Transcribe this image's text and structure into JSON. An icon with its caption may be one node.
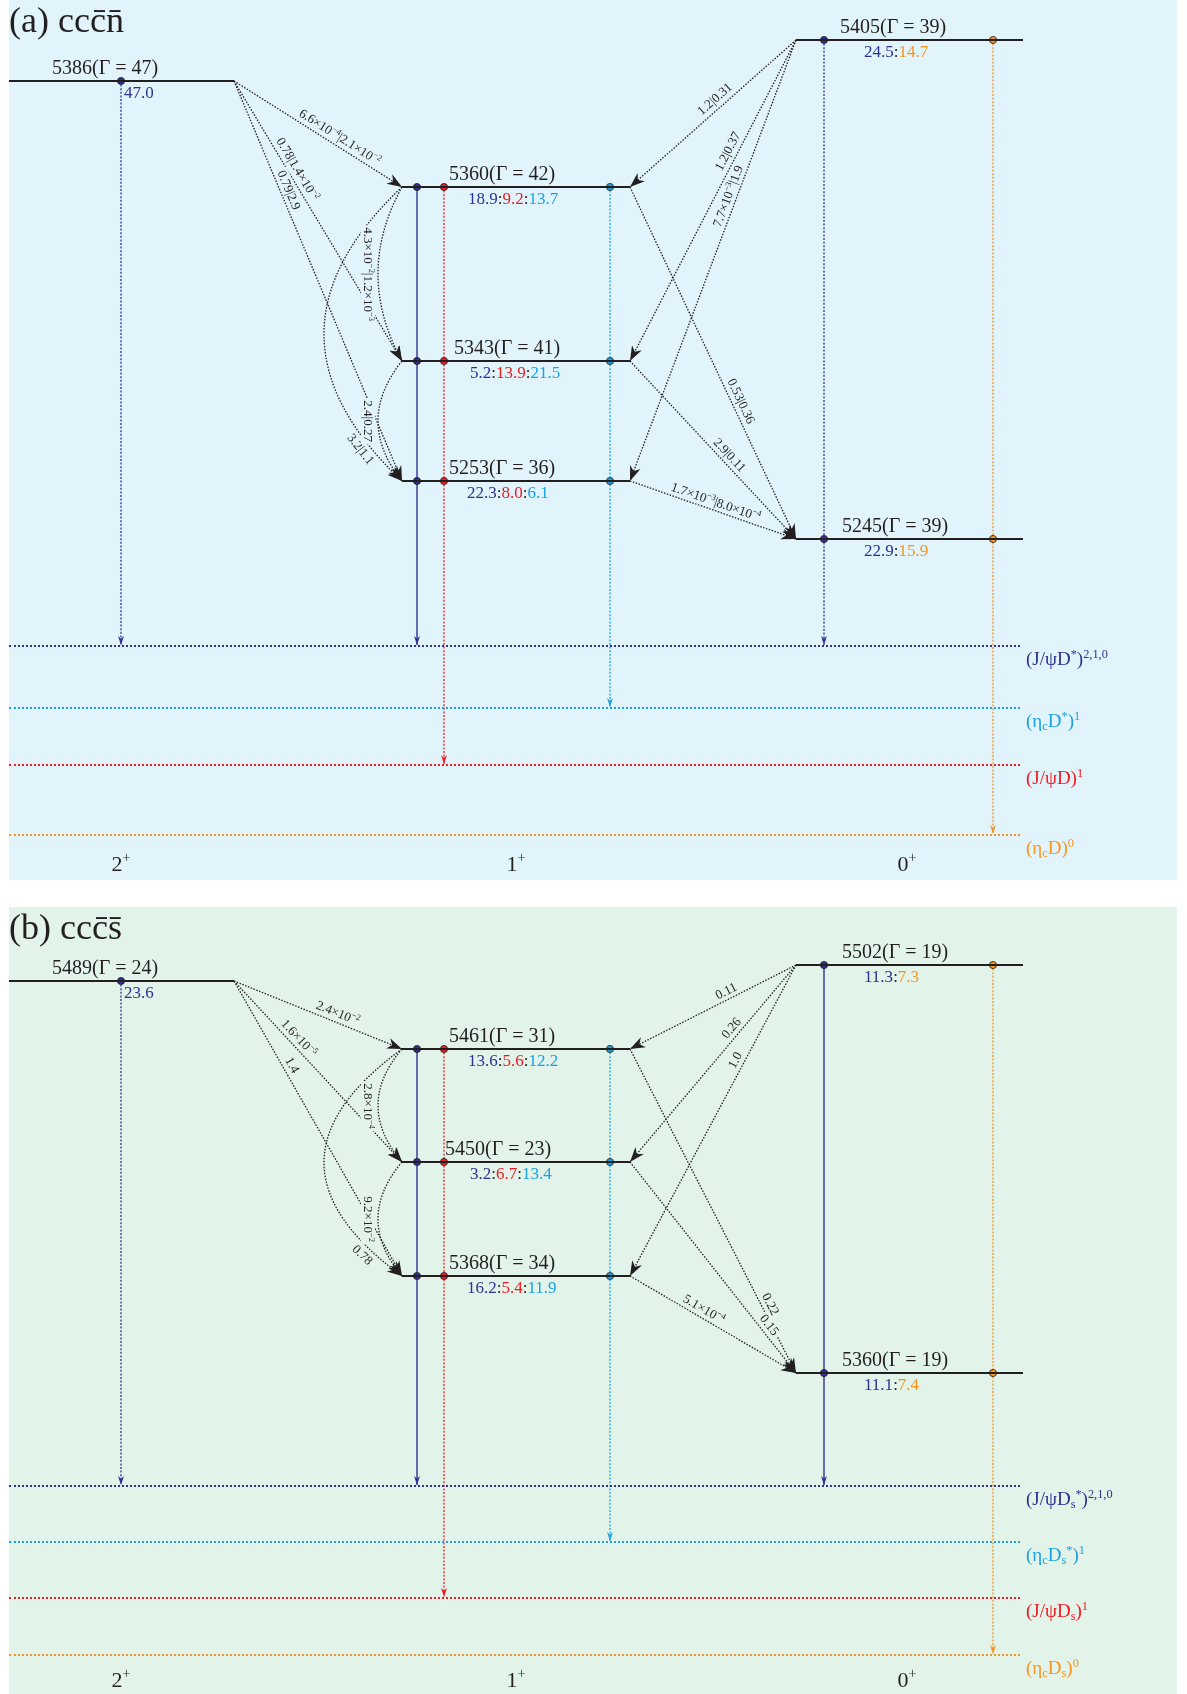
{
  "diagram": {
    "nodes": [
      {
        "text": [
          "(a) ccc̄n̄"
        ]
      },
      {
        "text": [
          "5386(Γ = 47)"
        ],
        "beside": [
          "47.0"
        ],
        "in": 0
      },
      {
        "text": [
          "5405(Γ = 39)"
        ],
        "beside": [
          "24.5:14.7"
        ],
        "in": 0
      },
      {
        "text": [
          "5360(Γ = 42)"
        ],
        "beside": [
          "18.9:9.2:13.7"
        ],
        "in": 0
      },
      {
        "text": [
          "5343(Γ = 41)"
        ],
        "beside": [
          "5.2:13.9:21.5"
        ],
        "in": 0
      },
      {
        "text": [
          "5253(Γ = 36)"
        ],
        "beside": [
          "22.3:8.0:6.1"
        ],
        "in": 0
      },
      {
        "text": [
          "5245(Γ = 39)"
        ],
        "beside": [
          "22.9:15.9"
        ],
        "in": 0
      },
      {
        "text": [
          "(J/ψD$^{*}$)$^{2,1,0}$"
        ],
        "in": 0
      },
      {
        "text": [
          "(η$_{c}$D$^{*}$)$^{1}$"
        ],
        "in": 0
      },
      {
        "text": [
          "(J/ψD)$^{1}$"
        ],
        "in": 0
      },
      {
        "text": [
          "(η$_{c}$D)$^{0}$"
        ],
        "in": 0
      },
      {
        "text": [
          "(b) ccc̄s̄"
        ]
      },
      {
        "text": [
          "5489(Γ = 24)"
        ],
        "beside": [
          "23.6"
        ],
        "in": 11
      },
      {
        "text": [
          "5502(Γ = 19)"
        ],
        "beside": [
          "11.3:7.3"
        ],
        "in": 11
      },
      {
        "text": [
          "5461(Γ = 31)"
        ],
        "beside": [
          "13.6:5.6:12.2"
        ],
        "in": 11
      },
      {
        "text": [
          "5450(Γ = 23)"
        ],
        "beside": [
          "3.2:6.7:13.4"
        ],
        "in": 11
      },
      {
        "text": [
          "5368(Γ = 34)"
        ],
        "beside": [
          "16.2:5.4:11.9"
        ],
        "in": 11
      },
      {
        "text": [
          "5360(Γ = 19)"
        ],
        "beside": [
          "11.1:7.4"
        ],
        "in": 11
      },
      {
        "text": [
          "(J/ψD$_{s}$$^{*}$)$^{2,1,0}$"
        ],
        "in": 11
      },
      {
        "text": [
          "(η$_{c}$D$_{s}$$^{*}$)$^{1}$"
        ],
        "in": 11
      },
      {
        "text": [
          "(J/ψD$_{s}$)$^{1}$"
        ],
        "in": 11
      },
      {
        "text": [
          "(η$_{c}$D$_{s}$)$^{0}$"
        ],
        "in": 11
      }
    ],
    "edges": [
      {
        "from": 1,
        "to": 3,
        "arrow": "to",
        "label": "6.6×10$^{−4}$|2.1×10$^{−2}$",
        "style": "dashed"
      },
      {
        "from": 1,
        "to": 4,
        "arrow": "to",
        "label": "0.78|1.4×10$^{−2}$",
        "style": "dashed"
      },
      {
        "from": 1,
        "to": 5,
        "arrow": "to",
        "label": "0.79|2.9",
        "style": "dashed"
      },
      {
        "from": 3,
        "to": 4,
        "arrow": "to",
        "label": "4.3×10$^{−2}$|1.2×10$^{−3}$",
        "style": "dashed"
      },
      {
        "from": 3,
        "to": 5,
        "arrow": "to",
        "label": "3.2|1.1",
        "style": "dashed"
      },
      {
        "from": 4,
        "to": 5,
        "arrow": "to",
        "label": "2.4|0.27",
        "style": "dashed"
      },
      {
        "from": 2,
        "to": 3,
        "arrow": "to",
        "label": "1.2|0.31",
        "style": "dashed"
      },
      {
        "from": 2,
        "to": 4,
        "arrow": "to",
        "label": "1.2|0.37",
        "style": "dashed"
      },
      {
        "from": 2,
        "to": 5,
        "arrow": "to",
        "label": "7.7×10$^{−3}$|1.9",
        "style": "dashed"
      },
      {
        "from": 3,
        "to": 6,
        "arrow": "to",
        "label": "0.53|0.36",
        "style": "dashed"
      },
      {
        "from": 4,
        "to": 6,
        "arrow": "to",
        "label": "2.9|0.11",
        "style": "dashed"
      },
      {
        "from": 5,
        "to": 6,
        "arrow": "to",
        "label": "1.7×10$^{−3}$|8.0×10$^{−4}$",
        "style": "dashed"
      },
      {
        "from": 1,
        "to": 7,
        "arrow": "to",
        "style": "dashed",
        "color": "#2e3192"
      },
      {
        "from": 3,
        "to": 7,
        "arrow": "to",
        "color": "#2e3192"
      },
      {
        "from": 4,
        "to": 7,
        "arrow": "to",
        "color": "#2e3192"
      },
      {
        "from": 5,
        "to": 7,
        "arrow": "to",
        "color": "#2e3192"
      },
      {
        "from": 3,
        "to": 9,
        "arrow": "to",
        "style": "dashed",
        "color": "#ed1c24"
      },
      {
        "from": 4,
        "to": 9,
        "arrow": "to",
        "style": "dashed",
        "color": "#ed1c24"
      },
      {
        "from": 5,
        "to": 9,
        "arrow": "to",
        "style": "dashed",
        "color": "#ed1c24"
      },
      {
        "from": 3,
        "to": 8,
        "arrow": "to",
        "style": "dashed",
        "color": "#1ba1e2"
      },
      {
        "from": 4,
        "to": 8,
        "arrow": "to",
        "style": "dashed",
        "color": "#1ba1e2"
      },
      {
        "from": 5,
        "to": 8,
        "arrow": "to",
        "style": "dashed",
        "color": "#1ba1e2"
      },
      {
        "from": 2,
        "to": 7,
        "arrow": "to",
        "style": "dashed",
        "color": "#2e3192"
      },
      {
        "from": 6,
        "to": 7,
        "arrow": "to",
        "style": "dashed",
        "color": "#2e3192"
      },
      {
        "from": 2,
        "to": 10,
        "arrow": "to",
        "style": "dashed",
        "color": "#f7941d"
      },
      {
        "from": 6,
        "to": 10,
        "arrow": "to",
        "style": "dashed",
        "color": "#f7941d"
      },
      {
        "from": 12,
        "to": 14,
        "arrow": "to",
        "label": "2.4×10$^{−2}$",
        "style": "dashed"
      },
      {
        "from": 12,
        "to": 15,
        "arrow": "to",
        "label": "1.6×10$^{−5}$",
        "style": "dashed"
      },
      {
        "from": 12,
        "to": 16,
        "arrow": "to",
        "label": "1.4",
        "style": "dashed"
      },
      {
        "from": 14,
        "to": 15,
        "arrow": "to",
        "label": "2.8×10$^{−4}$",
        "style": "dashed"
      },
      {
        "from": 14,
        "to": 16,
        "arrow": "to",
        "label": "0.78",
        "style": "dashed"
      },
      {
        "from": 15,
        "to": 16,
        "arrow": "to",
        "label": "9.2×10$^{−2}$",
        "style": "dashed"
      },
      {
        "from": 13,
        "to": 14,
        "arrow": "to",
        "label": "0.11",
        "style": "dashed"
      },
      {
        "from": 13,
        "to": 15,
        "arrow": "to",
        "label": "0.26",
        "style": "dashed"
      },
      {
        "from": 13,
        "to": 16,
        "arrow": "to",
        "label": "1.0",
        "style": "dashed"
      },
      {
        "from": 14,
        "to": 17,
        "arrow": "to",
        "label": "0.22",
        "style": "dashed"
      },
      {
        "from": 15,
        "to": 17,
        "arrow": "to",
        "label": "0.15",
        "style": "dashed"
      },
      {
        "from": 16,
        "to": 17,
        "arrow": "to",
        "label": "5.1×10$^{−4}$",
        "style": "dashed"
      },
      {
        "from": 12,
        "to": 18,
        "arrow": "to",
        "style": "dashed",
        "color": "#2e3192"
      },
      {
        "from": 14,
        "to": 18,
        "arrow": "to",
        "color": "#2e3192"
      },
      {
        "from": 15,
        "to": 18,
        "arrow": "to",
        "color": "#2e3192"
      },
      {
        "from": 16,
        "to": 18,
        "arrow": "to",
        "color": "#2e3192"
      },
      {
        "from": 14,
        "to": 20,
        "arrow": "to",
        "style": "dashed",
        "color": "#ed1c24"
      },
      {
        "from": 15,
        "to": 20,
        "arrow": "to",
        "style": "dashed",
        "color": "#ed1c24"
      },
      {
        "from": 16,
        "to": 20,
        "arrow": "to",
        "style": "dashed",
        "color": "#ed1c24"
      },
      {
        "from": 14,
        "to": 19,
        "arrow": "to",
        "style": "dashed",
        "color": "#1ba1e2"
      },
      {
        "from": 15,
        "to": 19,
        "arrow": "to",
        "style": "dashed",
        "color": "#1ba1e2"
      },
      {
        "from": 16,
        "to": 19,
        "arrow": "to",
        "style": "dashed",
        "color": "#1ba1e2"
      },
      {
        "from": 13,
        "to": 18,
        "arrow": "to",
        "color": "#2e3192"
      },
      {
        "from": 17,
        "to": 18,
        "arrow": "to",
        "color": "#2e3192"
      },
      {
        "from": 13,
        "to": 21,
        "arrow": "to",
        "style": "dashed",
        "color": "#f7941d"
      },
      {
        "from": 17,
        "to": 21,
        "arrow": "to",
        "style": "dashed",
        "color": "#f7941d"
      }
    ],
    "labels": [
      "2$^{+}$",
      "1$^{+}$",
      "0$^{+}$",
      "2$^{+}$",
      "1$^{+}$",
      "0$^{+}$"
    ]
  }
}
